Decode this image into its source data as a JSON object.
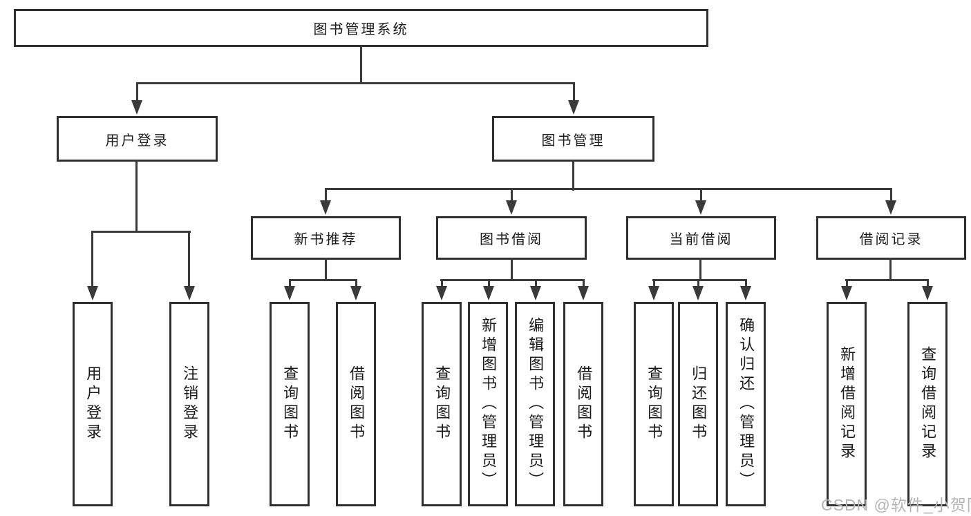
{
  "diagram": {
    "title_node": {
      "label": "图书管理系统"
    },
    "level2": [
      {
        "id": "user-login",
        "label": "用户登录"
      },
      {
        "id": "book-management",
        "label": "图书管理"
      }
    ],
    "level3": [
      {
        "id": "new-book-recommend",
        "label": "新书推荐"
      },
      {
        "id": "book-borrow",
        "label": "图书借阅"
      },
      {
        "id": "current-borrow",
        "label": "当前借阅"
      },
      {
        "id": "borrow-records",
        "label": "借阅记录"
      }
    ],
    "leaves": [
      {
        "group": "user-login",
        "label": "用户登录"
      },
      {
        "group": "user-login",
        "label": "注销登录"
      },
      {
        "group": "new-book-recommend",
        "label": "查询图书"
      },
      {
        "group": "new-book-recommend",
        "label": "借阅图书"
      },
      {
        "group": "book-borrow",
        "label": "查询图书"
      },
      {
        "group": "book-borrow",
        "label": "新增图书（管理员）"
      },
      {
        "group": "book-borrow",
        "label": "编辑图书（管理员）"
      },
      {
        "group": "book-borrow",
        "label": "借阅图书"
      },
      {
        "group": "current-borrow",
        "label": "查询图书"
      },
      {
        "group": "current-borrow",
        "label": "归还图书"
      },
      {
        "group": "current-borrow",
        "label": "确认归还（管理员）"
      },
      {
        "group": "borrow-records",
        "label": "新增借阅记录"
      },
      {
        "group": "borrow-records",
        "label": "查询借阅记录"
      }
    ],
    "colors": {
      "line": "#3a3a3a",
      "box_border": "#2f2f2f",
      "text": "#1a1a1a",
      "background": "#ffffff"
    }
  },
  "watermark": {
    "text": "CSDN @软件_小贺同学",
    "color": "#b5b5b5"
  }
}
